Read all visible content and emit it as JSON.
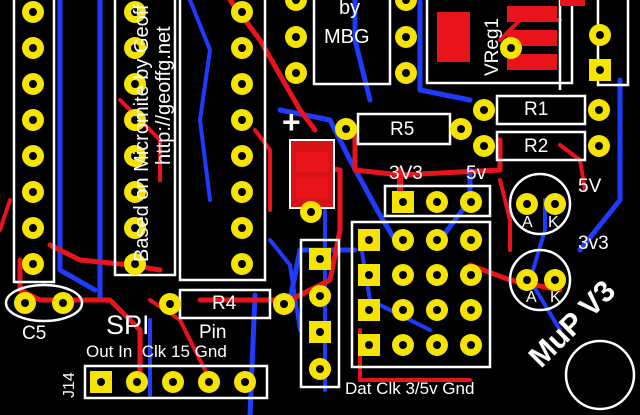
{
  "colors": {
    "background": "#000000",
    "silkscreen": "#ffffff",
    "pad": "#f5e400",
    "top_copper": "#e8131b",
    "bottom_copper": "#1e3cff"
  },
  "silkscreen": {
    "chip_text_1": "Based on Micromite by Geoff",
    "chip_text_2": "http://geoffg.net",
    "by": "by",
    "mbg": "MBG",
    "vreg": "VReg1",
    "r5": "R5",
    "r1": "R1",
    "r2": "R2",
    "r4": "R4",
    "plus": "+",
    "v3v3_top": "3V3",
    "v5_top": "5v",
    "v5_right": "5V",
    "v3_right": "3v3",
    "a1": "A",
    "k1": "K",
    "a2": "A",
    "k2": "K",
    "c5": "C5",
    "spi": "SPI",
    "pin": "Pin",
    "spi_pins": "Out In  Clk 15 Gnd",
    "j14": "J14",
    "bottom_header": "Dat Clk 3/5v Gnd",
    "board_name": "MuP V3"
  }
}
